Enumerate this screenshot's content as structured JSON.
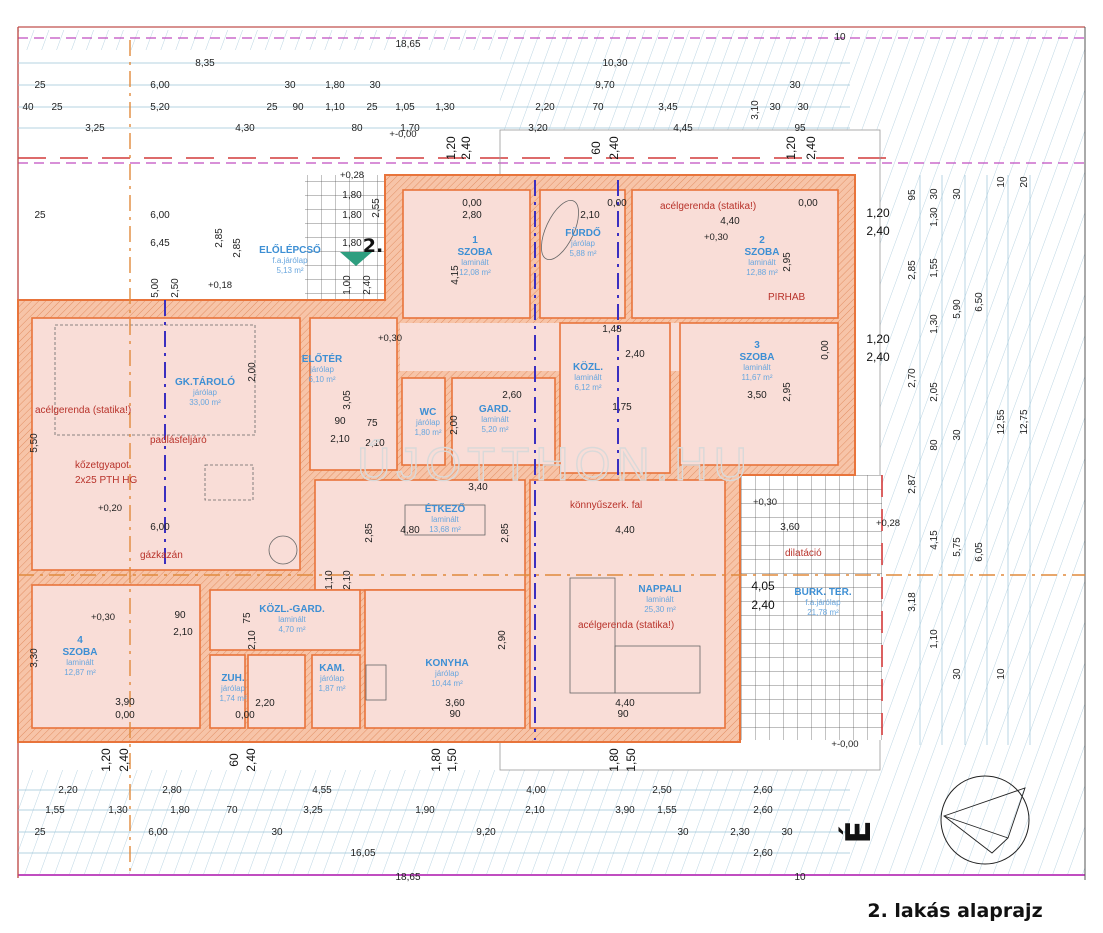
{
  "title": "2. lakás alaprajz",
  "watermark": "ÚJOTTHON.HU",
  "north_label": "É",
  "unit_marker": "2.",
  "colors": {
    "room_fill": "#f9ddd7",
    "wall": "#ee8a55",
    "room_label": "#3d8fd4",
    "annotation": "#b8322a",
    "axis": "#3b2fc0",
    "terrain_hatch": "#9fc4d8"
  },
  "rooms": [
    {
      "name": "ELŐLÉPCSŐ",
      "floor": "f.a.járólap",
      "area": "5,13 m²"
    },
    {
      "number": "1",
      "name": "SZOBA",
      "floor": "laminált",
      "area": "12,08 m²"
    },
    {
      "name": "FÜRDŐ",
      "floor": "járólap",
      "area": "5,88 m²"
    },
    {
      "number": "2",
      "name": "SZOBA",
      "floor": "laminált",
      "area": "12,88 m²"
    },
    {
      "number": "3",
      "name": "SZOBA",
      "floor": "laminált",
      "area": "11,67 m²"
    },
    {
      "name": "ELŐTÉR",
      "floor": "járólap",
      "area": "6,10 m²"
    },
    {
      "name": "GK.TÁROLÓ",
      "floor": "járólap",
      "area": "33,00 m²"
    },
    {
      "name": "WC",
      "floor": "járólap",
      "area": "1,80 m²"
    },
    {
      "name": "GARD.",
      "floor": "laminált",
      "area": "5,20 m²"
    },
    {
      "name": "KÖZL.",
      "floor": "laminált",
      "area": "6,12 m²"
    },
    {
      "name": "ÉTKEZŐ",
      "floor": "laminált",
      "area": "13,68 m²"
    },
    {
      "name": "NAPPALI",
      "floor": "laminált",
      "area": "25,30 m²"
    },
    {
      "name": "BURK. TER.",
      "floor": "f.a.járólap",
      "area": "21,78 m²"
    },
    {
      "number": "4",
      "name": "SZOBA",
      "floor": "laminált",
      "area": "12,87 m²"
    },
    {
      "name": "KÖZL.-GARD.",
      "floor": "laminált",
      "area": "4,70 m²"
    },
    {
      "name": "ZUH.",
      "floor": "járólap",
      "area": "1,74 m²"
    },
    {
      "name": "KAM.",
      "floor": "járólap",
      "area": "1,87 m²"
    },
    {
      "name": "KONYHA",
      "floor": "járólap",
      "area": "10,44 m²"
    }
  ],
  "annotations": [
    "acélgerenda (statika!)",
    "acélgerenda (statika!)",
    "acélgerenda (statika!)",
    "PIRHAB",
    "padlásfeljáró",
    "kőzetgyapot",
    "2x25 PTH HG",
    "gázkazán",
    "könnyűszerk. fal",
    "dilatáció"
  ],
  "levels": [
    "+-0,00",
    "+0,28",
    "+0,18",
    "+0,30",
    "+0,30",
    "+0,20",
    "+0,30",
    "+0,28",
    "+0,30",
    "+-0,00"
  ],
  "dims": {
    "top": [
      "18,65",
      "8,35",
      "10,30",
      "25",
      "6,00",
      "30",
      "1,80",
      "30",
      "9,70",
      "30",
      "10",
      "40",
      "25",
      "5,20",
      "25",
      "90",
      "1,10",
      "25",
      "1,05",
      "1,30",
      "2,20",
      "70",
      "3,45",
      "3,10",
      "30",
      "30",
      "3,25",
      "4,30",
      "80",
      "1,70",
      "3,20",
      "4,45",
      "95"
    ],
    "bottom": [
      "2,20",
      "2,80",
      "4,55",
      "4,00",
      "2,50",
      "2,60",
      "1,55",
      "1,30",
      "1,80",
      "70",
      "3,25",
      "1,90",
      "2,10",
      "3,90",
      "1,55",
      "2,60",
      "25",
      "6,00",
      "30",
      "9,20",
      "30",
      "2,30",
      "30",
      "16,05",
      "2,60",
      "18,65",
      "10"
    ],
    "right": [
      "95",
      "2,85",
      "2,70",
      "2,87",
      "3,18",
      "30",
      "1,30",
      "1,55",
      "1,30",
      "2,05",
      "80",
      "4,15",
      "1,10",
      "30",
      "5,90",
      "30",
      "5,75",
      "30",
      "6,50",
      "6,05",
      "10",
      "12,55",
      "10",
      "20",
      "12,75"
    ],
    "windows": [
      "1,20",
      "2,40",
      "60",
      "2,40",
      "1,20",
      "2,40",
      "1,20",
      "2,40",
      "1,20",
      "2,40",
      "1,20",
      "2,40",
      "60",
      "2,40",
      "1,80",
      "1,50",
      "1,80",
      "1,50",
      "4,05",
      "2,40"
    ],
    "interior": [
      "25",
      "6,00",
      "6,45",
      "5,00",
      "2,50",
      "2,85",
      "2,85",
      "1,80",
      "1,80",
      "1,80",
      "2,55",
      "1,00",
      "2,40",
      "0,00",
      "2,80",
      "4,15",
      "2,10",
      "0,00",
      "4,40",
      "0,00",
      "2,95",
      "2,95",
      "3,50",
      "0,00",
      "2,60",
      "2,00",
      "5,50",
      "2,00",
      "3,05",
      "90",
      "2,10",
      "75",
      "2,10",
      "6,00",
      "3,40",
      "4,80",
      "2,85",
      "2,85",
      "1,10",
      "2,10",
      "4,40",
      "2,90",
      "3,60",
      "90",
      "3,90",
      "0,00",
      "3,30",
      "0,00",
      "2,20",
      "4,40",
      "90",
      "3,60",
      "90",
      "2,10",
      "75",
      "2,10",
      "1,48",
      "2,40",
      "1,75"
    ]
  }
}
